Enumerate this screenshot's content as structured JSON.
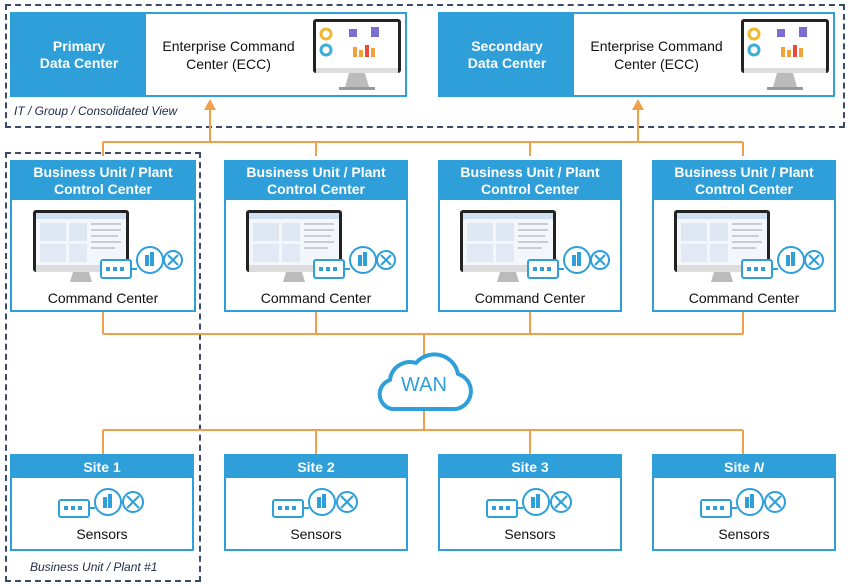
{
  "colors": {
    "accent": "#2e9fd9",
    "connector": "#f0a04b",
    "dashed": "#3a4a6b"
  },
  "top": {
    "primary": {
      "header": "Primary\nData Center",
      "body": "Enterprise Command\nCenter (ECC)"
    },
    "secondary": {
      "header": "Secondary\nData Center",
      "body": "Enterprise Command\nCenter (ECC)"
    },
    "group_label": "IT / Group / Consolidated View"
  },
  "units": [
    {
      "header": "Business Unit / Plant\nControl Center",
      "caption": "Command Center"
    },
    {
      "header": "Business Unit / Plant\nControl Center",
      "caption": "Command Center"
    },
    {
      "header": "Business Unit / Plant\nControl Center",
      "caption": "Command Center"
    },
    {
      "header": "Business Unit / Plant\nControl Center",
      "caption": "Command Center"
    }
  ],
  "wan": {
    "label": "WAN"
  },
  "sites": [
    {
      "header": "Site 1",
      "caption": "Sensors"
    },
    {
      "header": "Site 2",
      "caption": "Sensors"
    },
    {
      "header": "Site 3",
      "caption": "Sensors"
    },
    {
      "header_prefix": "Site ",
      "header_italic": "N",
      "caption": "Sensors"
    }
  ],
  "plant_label": "Business Unit / Plant #1",
  "icons": {
    "monitor": "monitor-icon",
    "gateway": "gateway-device-icon",
    "sensor": "sensor-icon",
    "network": "network-icon",
    "cloud": "cloud-icon"
  }
}
